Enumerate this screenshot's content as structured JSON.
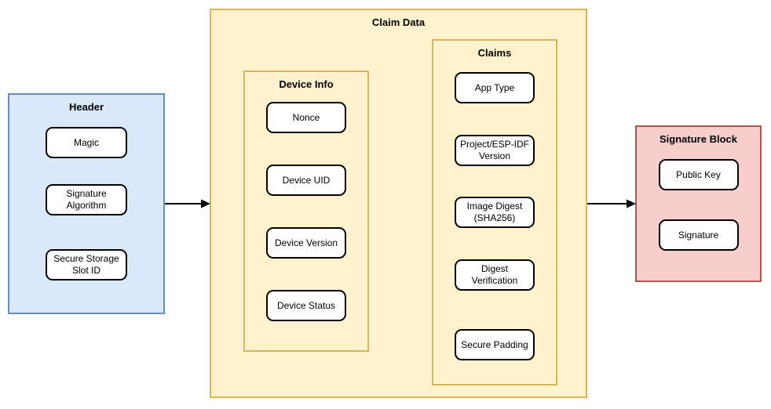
{
  "diagram": {
    "header": {
      "title": "Header",
      "items": [
        "Magic",
        "Signature Algorithm",
        "Secure Storage Slot ID"
      ]
    },
    "claim_data": {
      "title": "Claim Data",
      "device_info": {
        "title": "Device Info",
        "items": [
          "Nonce",
          "Device UID",
          "Device Version",
          "Device Status"
        ]
      },
      "claims": {
        "title": "Claims",
        "items": [
          "App Type",
          "Project/ESP-IDF Version",
          "Image Digest (SHA256)",
          "Digest Verification",
          "Secure Padding"
        ]
      }
    },
    "signature_block": {
      "title": "Signature Block",
      "items": [
        "Public Key",
        "Signature"
      ]
    },
    "arrows": [
      {
        "name": "header-to-claim-data"
      },
      {
        "name": "claim-data-to-signature-block"
      }
    ],
    "colors": {
      "header_fill": "#dae8fc",
      "header_stroke": "#6c8ebf",
      "claim_fill": "#fff2cc",
      "claim_stroke": "#d6b656",
      "signature_fill": "#f8cecc",
      "signature_stroke": "#b85450",
      "node_fill": "#ffffff",
      "node_stroke": "#000000",
      "arrow": "#000000"
    }
  }
}
